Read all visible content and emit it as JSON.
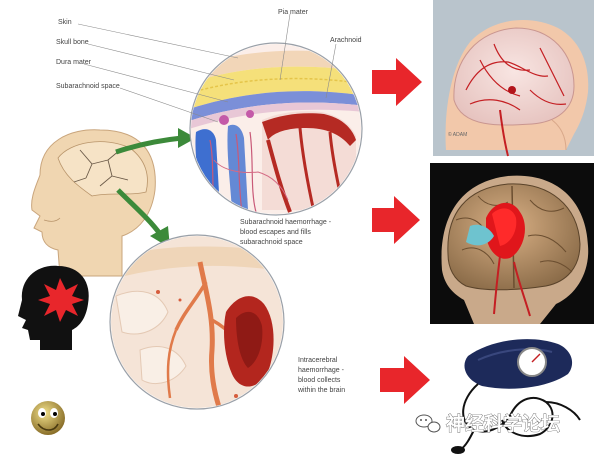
{
  "labels": {
    "skin": "Skin",
    "skull_bone": "Skull bone",
    "dura_mater": "Dura mater",
    "subarachnoid_space": "Subarachnoid space",
    "pia_mater": "Pia mater",
    "arachnoid": "Arachnoid",
    "sah_line1": "Subarachnoid haemorrhage -",
    "sah_line2": "blood escapes and fills",
    "sah_line3": "subarachnoid space",
    "ich_line1": "Intracerebral",
    "ich_line2": "haemorrhage -",
    "ich_line3": "blood collects",
    "ich_line4": "within the brain"
  },
  "watermark": "神经科学论坛",
  "colors": {
    "arrow_red": "#e8262b",
    "arrow_green": "#3c8a3a",
    "skin": "#f1d9b3",
    "bone": "#f5e07a",
    "dura": "#7a8fd6",
    "blood": "#c6221e",
    "gum": "#f2c9b6"
  }
}
